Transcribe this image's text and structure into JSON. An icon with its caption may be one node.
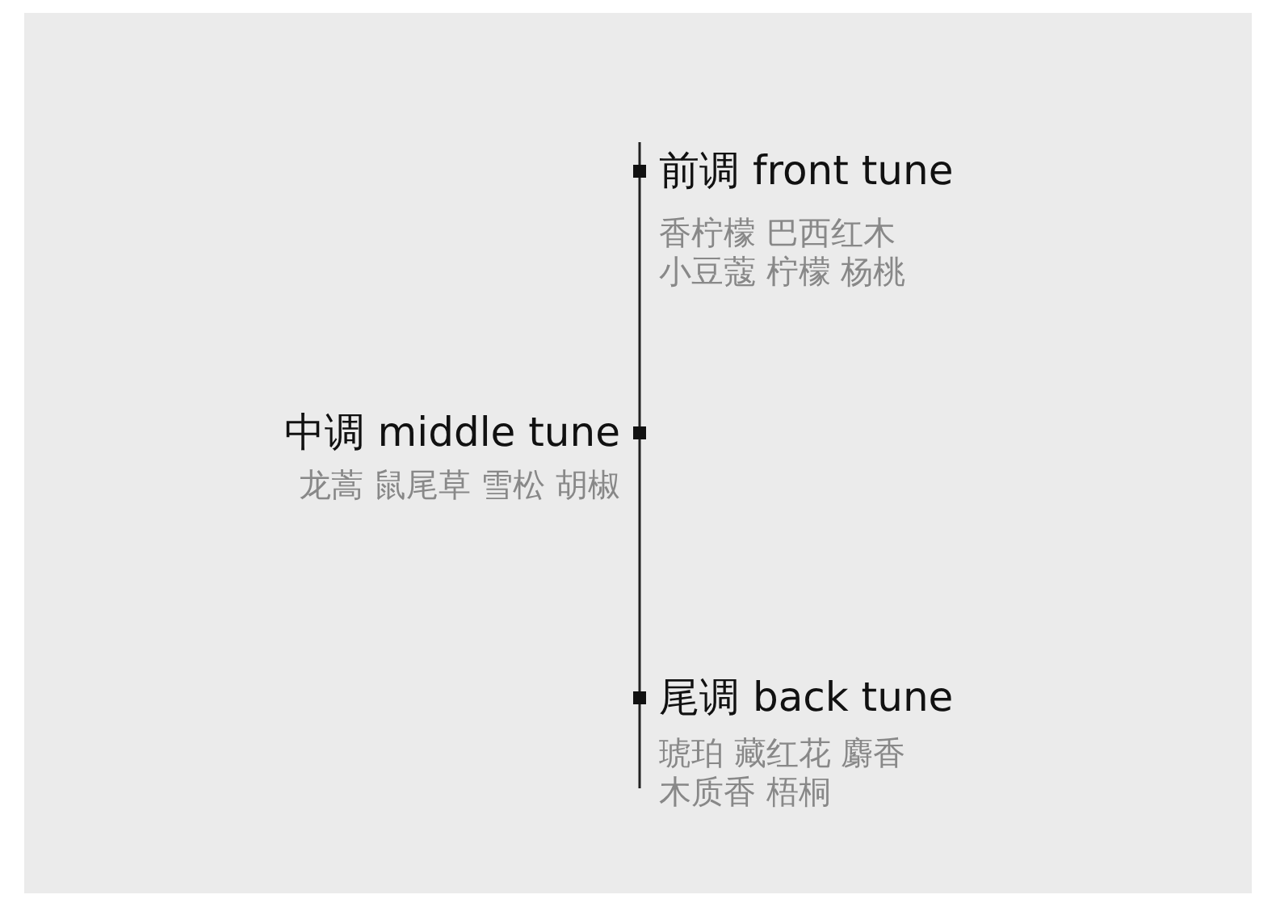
{
  "diagram": {
    "labels": [
      "前调 front tune",
      "香柠檬 巴西红木",
      "小豆蔻 柠檬 杨桃",
      "中调 middle tune",
      "龙蒿 鼠尾草 雪松 胡椒",
      "尾调 back tune",
      "琥珀 藏红花 麝香",
      "木质香 梧桐"
    ]
  }
}
